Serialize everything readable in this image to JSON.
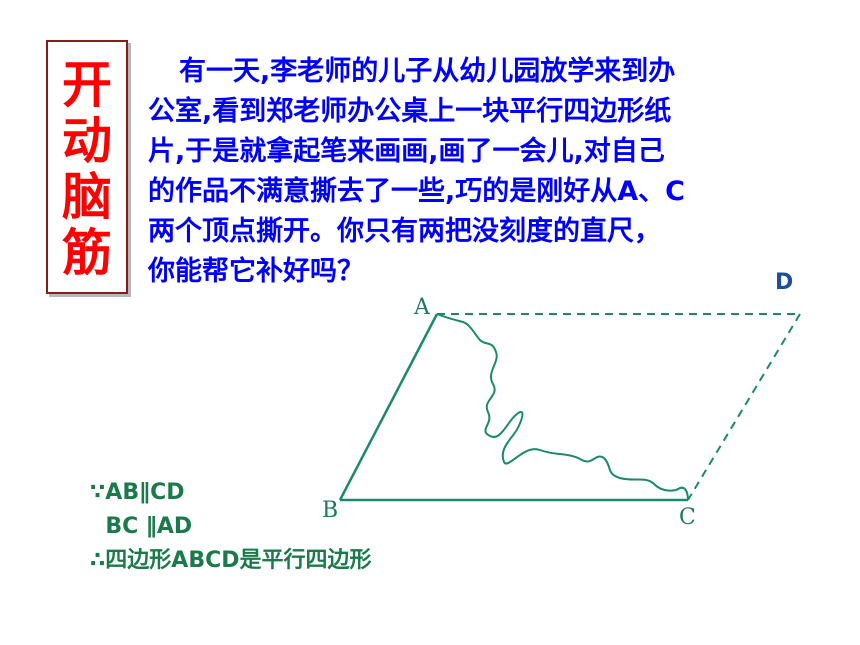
{
  "title": {
    "chars": [
      "开",
      "动",
      "脑",
      "筋"
    ]
  },
  "paragraph": {
    "lines": [
      "有一天,李老师的儿子从幼儿园放学来到办",
      "公室,看到郑老师办公桌上一块平行四边形纸",
      "片,于是就拿起笔来画画,画了一会儿,对自己",
      "的作品不满意撕去了一些,巧的是刚好从A、C",
      "两个顶点撕开。你只有两把没刻度的直尺，",
      "你能帮它补好吗？"
    ]
  },
  "figure": {
    "labels": {
      "a": "A",
      "b": "B",
      "c": "C",
      "d": "D"
    }
  },
  "proof": {
    "lines": [
      "∵AB∥CD",
      "  BC ∥AD",
      "∴四边形ABCD是平行四边形"
    ]
  },
  "colors": {
    "title": "#ff0000",
    "frame": "#8b1a1a",
    "paragraph": "#0000ff",
    "figure": "#1a8a6a",
    "proof": "#1a7a4a"
  }
}
